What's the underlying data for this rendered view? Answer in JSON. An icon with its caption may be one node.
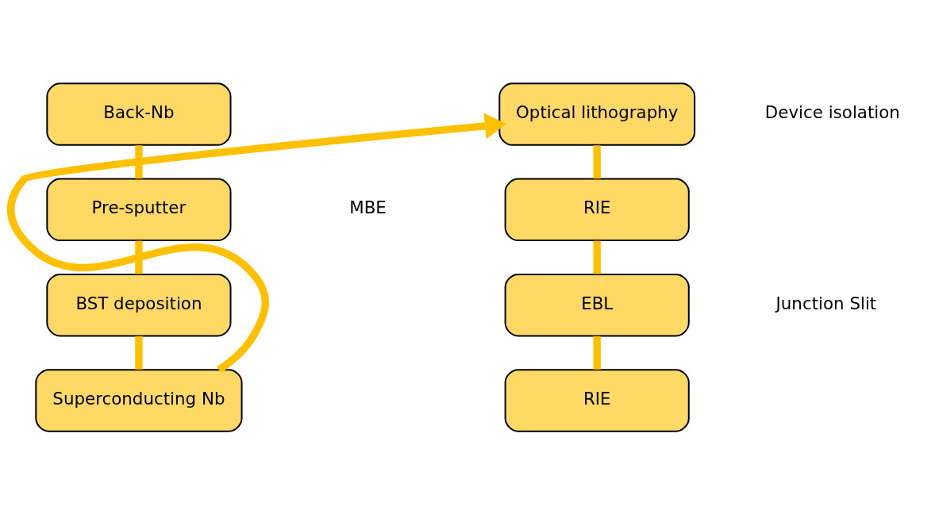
{
  "diagram": {
    "nodes": [
      {
        "text": [
          "Back-Nb"
        ]
      },
      {
        "text": [
          "Pre-sputter"
        ]
      },
      {
        "text": [
          "BST deposition"
        ]
      },
      {
        "text": [
          "Superconducting Nb"
        ]
      },
      {
        "text": [
          "Optical lithography"
        ]
      },
      {
        "text": [
          "RIE"
        ]
      },
      {
        "text": [
          "EBL"
        ]
      },
      {
        "text": [
          "RIE"
        ]
      }
    ],
    "edges": [
      {
        "from": 0,
        "to": 1,
        "arrow": "none"
      },
      {
        "from": 1,
        "to": 2,
        "arrow": "none"
      },
      {
        "from": 2,
        "to": 3,
        "arrow": "none"
      },
      {
        "from": 3,
        "to": 4,
        "arrow": "to"
      },
      {
        "from": 4,
        "to": 5,
        "arrow": "none"
      },
      {
        "from": 5,
        "to": 6,
        "arrow": "none"
      },
      {
        "from": 6,
        "to": 7,
        "arrow": "none"
      }
    ],
    "labels": [
      "MBE",
      "Device isolation",
      "Junction Slit"
    ]
  }
}
